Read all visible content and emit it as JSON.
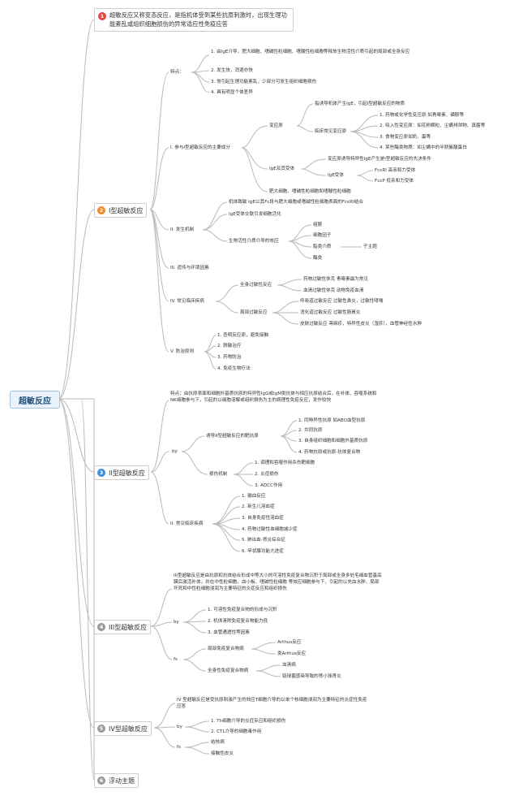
{
  "root": "超敏反应",
  "main_topics": [
    {
      "num": "1",
      "label": "超敏反应又称变态反应，是指机体受到某些抗原刺激时，出现生理功能紊乱或组织细胞损伤的异常适应性免疫应答"
    },
    {
      "num": "2",
      "label": "I型超敏反应"
    },
    {
      "num": "3",
      "label": "II型超敏反应"
    },
    {
      "num": "4",
      "label": "III型超敏反应"
    },
    {
      "num": "5",
      "label": "IV型超敏反应"
    },
    {
      "num": "6",
      "label": "浮动主题"
    }
  ],
  "type1": {
    "features_label": "特点：",
    "features": [
      "1. 由IgE介导，肥大细胞、嗜碱性粒细胞、嗜酸性粒细胞等释放生物活性介质引起的局部或全身反应",
      "2. 发生快，消退亦快",
      "3. 常引起生理功能紊乱，少部分可发生组织细胞损伤",
      "4. 具有明显个体差异"
    ],
    "components_label": "I. 参与I型超敏反应的主要成分",
    "allergen_label": "变应原",
    "allergen_def": "指诱导机体产生IgE，引起I型超敏反应的物质",
    "common_label": "临床常见变应原",
    "common": [
      "1. 药物或化学性变应原:如青霉素、磺胺等",
      "2. 吸入性变应原：如花粉颗粒、尘螨排泄物、真菌等",
      "3. 食物变应原如奶、蛋等",
      "4. 某些酶类物质：如尘螨中的半胱氨酸蛋白"
    ],
    "ige_label": "IgE及其受体",
    "ige_def": "变应原诱导特异性IgE产生是I型超敏反应的先决条件",
    "receptor_label": "IgE受体",
    "receptors": [
      "FcεRI 高亲和力受体",
      "FcεP 低亲和力受体"
    ],
    "mast": "肥大细胞、嗜碱性粒细胞和嗜酸性粒细胞",
    "mech_label": "II. 发生机制",
    "mech": [
      "机体致敏 IgE以其Fc段与肥大细胞或嗜碱性粒细胞表面的FcεRI结合",
      "IgE受体交联引发细胞活化"
    ],
    "mediators_label": "生物活性介质介导的效应",
    "mediators": [
      "组胺",
      "细胞因子",
      "脂类介质",
      "酶类"
    ],
    "subtopic": "子主题",
    "genetics": "III. 遗传与环境因素",
    "diseases_label": "IV. 常见临床疾病",
    "systemic_label": "全身过敏性反应",
    "systemic": [
      "药物过敏性休克 青霉素最为常见",
      "血清过敏性休克 动物免疫血清"
    ],
    "local_label": "局部过敏反应",
    "local": [
      "呼吸道过敏反应 过敏性鼻炎，过敏性哮喘",
      "消化道过敏反应 过敏性肠胃炎",
      "皮肤过敏反应 荨麻疹，特异性皮炎（湿疹），血管神经性水肿"
    ],
    "prevention_label": "V. 防治原则",
    "prevention": [
      "1. 查明反应原，避免接触",
      "2. 脱敏治疗",
      "3. 药物防治",
      "4. 免疫生物疗法"
    ]
  },
  "type2": {
    "intro": "特点：由抗原表面和细胞外基质抗原的特异性IgG或IgM类抗体与相应抗原结合后，在补体、吞噬系统和NK细胞参与下，引起的以细胞溶解或组织损伤为主的病理性免疫反应，发作较快",
    "by": "by",
    "target_label": "诱导II型超敏反应的靶抗原",
    "targets": [
      "1. 同种异性抗原 如ABO血型抗原",
      "2. 共同抗原",
      "3. 自身组织细胞和细胞外基质抗原",
      "4. 药物抗原或抗原-抗体复合物"
    ],
    "damage_label": "损伤机制",
    "damage": [
      "1. 调理和吞噬作用杀伤靶细胞",
      "2. 炎症损伤",
      "3. ADCC作用"
    ],
    "diseases_label": "II. 常见临床疾病",
    "diseases": [
      "1. 输血反应",
      "2. 新生儿溶血症",
      "3. 自身免疫性溶血症",
      "4. 药物过敏性血细胞减少症",
      "5. 肺出血-肾炎综合征",
      "6. 甲状腺功能亢进症"
    ]
  },
  "type3": {
    "intro": "III型超敏反应是由抗原和抗体结合形成中等大小的可溶性免疫复合物沉积于局部或全身多处毛细血管基底膜后激活补体，并在中性粒细胞、血小板、嗜碱性粒细胞 等效应细胞参与下，引起的以充血水肿、局部坏死和中性粒细胞浸润为主要特征的炎症反应和组织损伤",
    "by": "by",
    "mechs": [
      "1. 可溶性免疫复合物的形成与沉积",
      "2. 机体清除免疫复合物能力低",
      "3. 血管通透性等因素"
    ],
    "fs": "fs",
    "local_label": "局部免疫复合物病",
    "local": [
      "Arthus反应",
      "类Arthus反应"
    ],
    "systemic_label": "全身性免疫复合物病",
    "systemic": [
      "血清病",
      "链球菌感染导致的肾小球肾炎"
    ]
  },
  "type4": {
    "intro": "IV 型超敏反应是受抗原刺激产生的效应T细胞介导的以单个核细胞浸润为主要特征的炎症性免疫应答",
    "by": "by",
    "mechs": [
      "1. Th细胞介导的炎症反应和组织损伤",
      "2. CTL介导的细胞毒作用"
    ],
    "fs": "fs",
    "diseases": [
      "结核病",
      "接触性皮炎"
    ]
  }
}
